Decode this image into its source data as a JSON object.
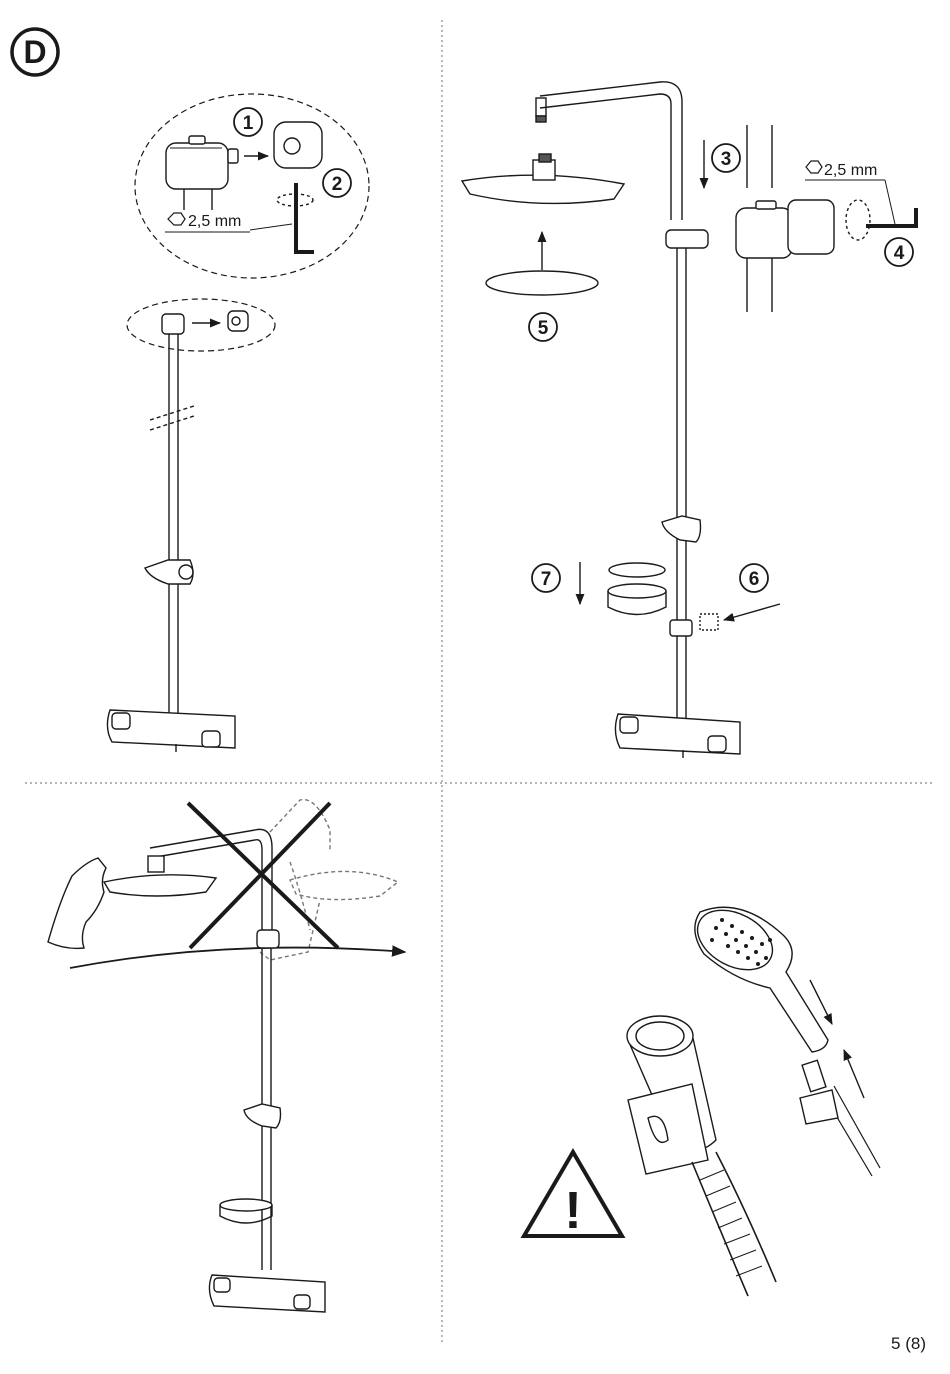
{
  "section": {
    "letter": "D"
  },
  "panel_top_left": {
    "step_1": "1",
    "step_2": "2",
    "tool_size": "2,5 mm"
  },
  "panel_top_right": {
    "step_3": "3",
    "step_4": "4",
    "step_5": "5",
    "step_6": "6",
    "step_7": "7",
    "tool_size": "2,5 mm"
  },
  "panel_bottom_right": {
    "warning_symbol": "!"
  },
  "icons": [
    "hex-key-icon",
    "warning-triangle-icon",
    "prohibited-cross-icon",
    "rotate-arrow-icon"
  ],
  "footer": {
    "page_number": "5 (8)"
  }
}
